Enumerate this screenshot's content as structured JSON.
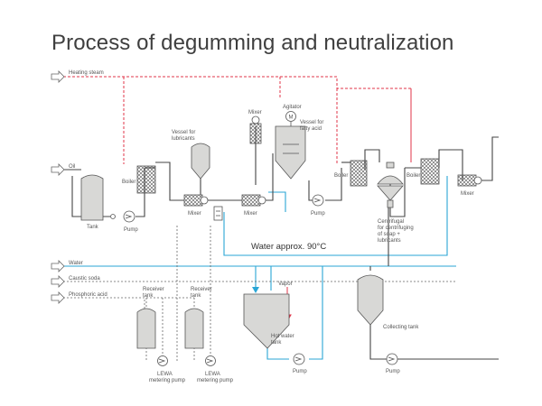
{
  "title": "Process of degumming and neutralization",
  "colors": {
    "steam": "#e0344a",
    "water": "#2aa6d6",
    "process": "#444444",
    "dashed": "#777777",
    "equipment_fill": "#d8d8d6",
    "equipment_stroke": "#555555"
  },
  "labels": {
    "heating_steam": "Heating steam",
    "oil": "Oil",
    "water": "Water",
    "caustic_soda": "Caustic soda",
    "phosphoric_acid": "Phosphoric acid",
    "boiler_1": "Boiler",
    "boiler_2": "Boiler",
    "boiler_3": "Boiler",
    "tank": "Tank",
    "pump_1": "Pump",
    "vessel_lubricants": [
      "Vessel for",
      "lubricants"
    ],
    "mixer_1": "Mixer",
    "mixer_2": "Mixer",
    "mixer_top": "Mixer",
    "mixer_right": "Mixer",
    "agitator": "Agitator",
    "vessel_fatty_acid": [
      "Vessel for",
      "fatty acid"
    ],
    "pump_2": "Pump",
    "centrifugal": [
      "Centrifugal",
      "for centrifuging",
      "of soap +",
      "lubricants"
    ],
    "water_temp": "Water approx. 90°C",
    "receiver_tank_1": [
      "Receiver",
      "tank"
    ],
    "receiver_tank_2": [
      "Receiver",
      "tank"
    ],
    "vapor": "Vapor",
    "hot_water_tank": [
      "Hot water",
      "tank"
    ],
    "pump_3": "Pump",
    "collecting_tank": "Collecting tank",
    "pump_4": "Pump",
    "lewa_1": [
      "LEWA",
      "metering pump"
    ],
    "lewa_2": [
      "LEWA",
      "metering pump"
    ],
    "agitator_symbol": "M"
  }
}
